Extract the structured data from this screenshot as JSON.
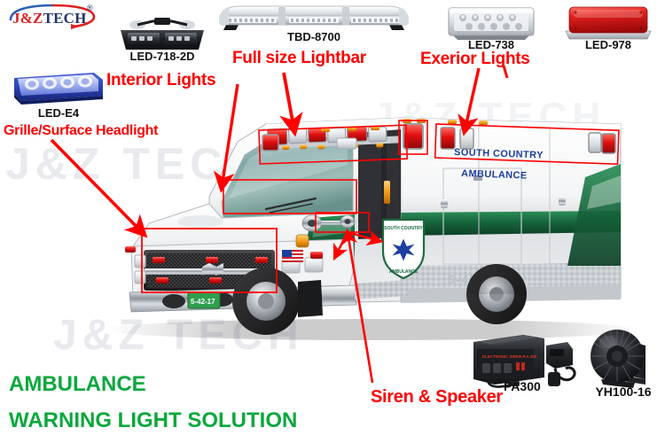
{
  "brand": {
    "name_part1": "J&Z",
    "name_part2": "TECH",
    "registered_mark": "®"
  },
  "products": [
    {
      "id": "led-e4",
      "label": "LED-E4",
      "type": "blue-surface-mount-led"
    },
    {
      "id": "led-718-2d",
      "label": "LED-718-2D",
      "type": "dash-deck-light"
    },
    {
      "id": "tbd-8700",
      "label": "TBD-8700",
      "type": "full-size-lightbar"
    },
    {
      "id": "led-738",
      "label": "LED-738",
      "type": "clear-perimeter-light"
    },
    {
      "id": "led-978",
      "label": "LED-978",
      "type": "red-beacon-light"
    },
    {
      "id": "pa300",
      "label": "PA300",
      "type": "siren-amplifier"
    },
    {
      "id": "yh100-16",
      "label": "YH100-16",
      "type": "siren-speaker"
    }
  ],
  "annotations": [
    {
      "id": "interior-lights",
      "label": "Interior Lights"
    },
    {
      "id": "full-size-lightbar",
      "label": "Full size Lightbar"
    },
    {
      "id": "exterior-lights",
      "label": "Exerior  Lights"
    },
    {
      "id": "grille-surface-headlight",
      "label": "Grille/Surface Headlight"
    },
    {
      "id": "siren-speaker",
      "label": "Siren & Speaker"
    }
  ],
  "footer": {
    "line1": "AMBULANCE",
    "line2": "WARNING LIGHT SOLUTION"
  },
  "vehicle": {
    "side_text_line1": "SOUTH COUNTRY",
    "side_text_line2": "AMBULANCE",
    "unit_number": "5-42-17",
    "license_plate": "5-42-17"
  },
  "watermark": {
    "text": "J&Z TECH"
  },
  "colors": {
    "annotation_red": "#ff0000",
    "footer_green": "#0aa83c",
    "brand_red": "#e01f1f",
    "brand_blue": "#22356e",
    "watermark_gray": "#e9eaee",
    "body_green": "#1d6b40",
    "decal_blue": "#1b3fa0"
  }
}
